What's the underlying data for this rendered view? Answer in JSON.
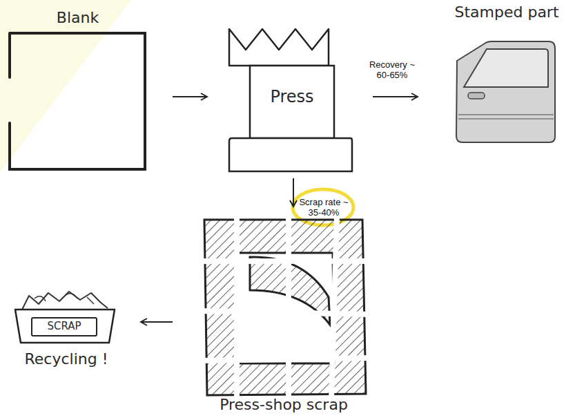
{
  "diagram": {
    "nodes": [
      {
        "text": [
          "Blank"
        ]
      },
      {
        "text": [
          "Press"
        ]
      },
      {
        "text": [
          "Stamped part"
        ]
      },
      {
        "text": [
          "Press-shop scrap"
        ]
      },
      {
        "text": [
          "SCRAP",
          "Recycling !"
        ]
      }
    ],
    "edges": [
      {
        "from": 0,
        "to": 1,
        "arrow": "to"
      },
      {
        "from": 1,
        "to": 2,
        "label": "Recovery ~ 60-65%",
        "arrow": "to"
      },
      {
        "from": 1,
        "to": 3,
        "label": "Scrap rate ~ 35-40%",
        "arrow": "to"
      },
      {
        "from": 3,
        "to": 4,
        "arrow": "to"
      }
    ]
  }
}
